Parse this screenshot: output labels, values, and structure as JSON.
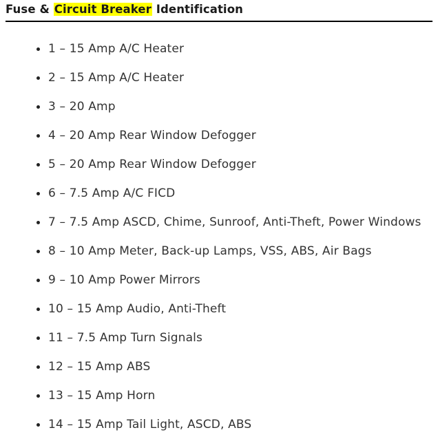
{
  "document": {
    "title": {
      "before_highlight": "Fuse & ",
      "highlighted": "Circuit Breaker",
      "after_highlight": " Identification",
      "full_text": "Fuse & Circuit Breaker Identification",
      "highlight_color": "#ffff00",
      "text_color": "#1a1a1a"
    },
    "rule_color": "#000000",
    "body_text_color": "#333333",
    "background_color": "#ffffff"
  },
  "fuse_list": {
    "bullet_glyph": "•",
    "items": [
      {
        "text": "1 – 15 Amp A/C Heater"
      },
      {
        "text": "2 – 15 Amp A/C Heater"
      },
      {
        "text": "3 – 20 Amp"
      },
      {
        "text": "4 – 20 Amp Rear Window Defogger"
      },
      {
        "text": "5 – 20 Amp Rear Window Defogger"
      },
      {
        "text": "6 – 7.5 Amp A/C FICD"
      },
      {
        "text": "7 – 7.5 Amp ASCD, Chime, Sunroof, Anti-Theft, Power Windows"
      },
      {
        "text": "8 – 10 Amp Meter, Back-up Lamps, VSS, ABS, Air Bags"
      },
      {
        "text": "9 – 10 Amp Power Mirrors"
      },
      {
        "text": "10 – 15 Amp Audio, Anti-Theft"
      },
      {
        "text": "11 – 7.5 Amp Turn Signals"
      },
      {
        "text": "12 – 15 Amp ABS"
      },
      {
        "text": "13 – 15 Amp Horn"
      },
      {
        "text": "14 – 15 Amp Tail Light, ASCD, ABS"
      }
    ]
  }
}
